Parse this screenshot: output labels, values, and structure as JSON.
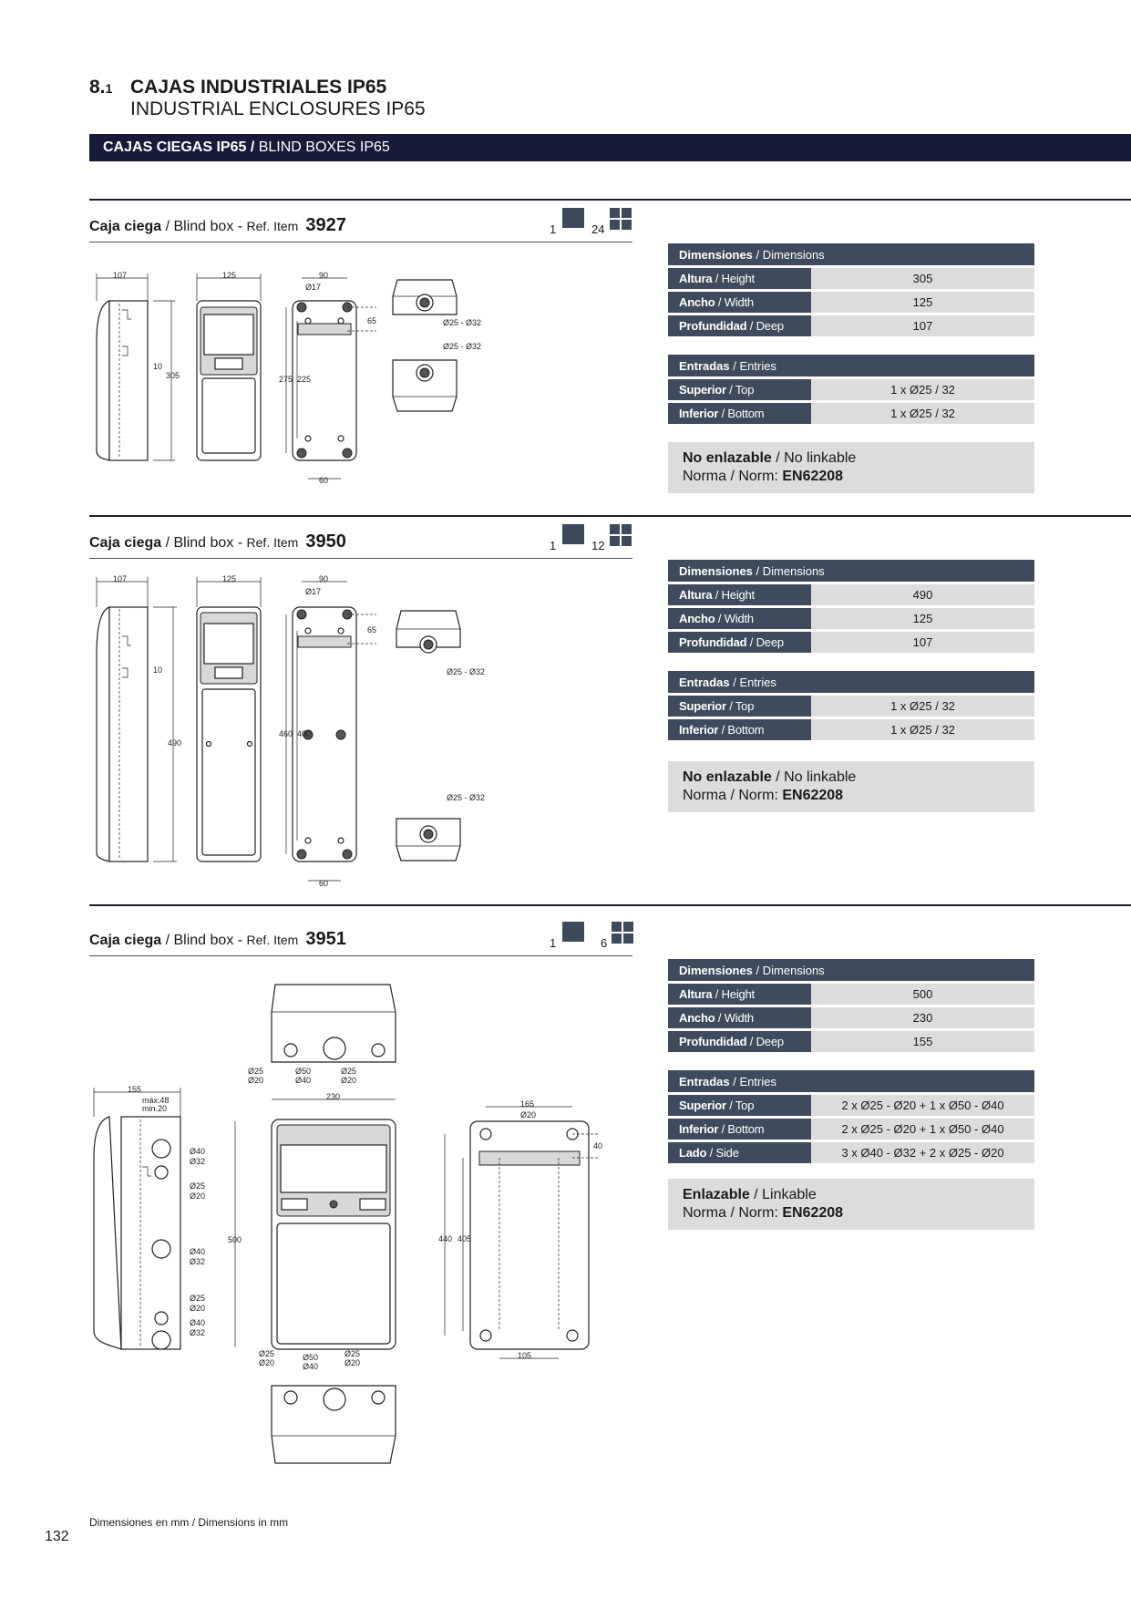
{
  "header": {
    "section_number": "8.",
    "section_sub": "1",
    "title_es": "CAJAS INDUSTRIALES IP65",
    "title_en": "INDUSTRIAL ENCLOSURES IP65"
  },
  "banner": {
    "label_es": "CAJAS CIEGAS IP65",
    "sep": " / ",
    "label_en": "BLIND BOXES IP65"
  },
  "products": [
    {
      "head_es": "Caja ciega",
      "head_en": " / Blind box - ",
      "ref_label": "Ref. Item",
      "ref": "3927",
      "pack_unit": "1",
      "pack_box": "24",
      "dimensions_header_es": "Dimensiones",
      "dimensions_header_en": " / Dimensions",
      "dimensions": [
        {
          "es": "Altura",
          "en": " / Height",
          "value": "305"
        },
        {
          "es": "Ancho",
          "en": " / Width",
          "value": "125"
        },
        {
          "es": "Profundidad",
          "en": " / Deep",
          "value": "107"
        }
      ],
      "entries_header_es": "Entradas",
      "entries_header_en": " / Entries",
      "entries": [
        {
          "es": "Superior",
          "en": " / Top",
          "value": "1 x Ø25 / 32"
        },
        {
          "es": "Inferior",
          "en": " / Bottom",
          "value": "1 x Ø25 / 32"
        }
      ],
      "link_es": "No enlazable",
      "link_en": " / No linkable",
      "norm_label": "Norma / Norm: ",
      "norm": "EN62208",
      "drawing": {
        "d1": "107",
        "d2": "125",
        "d3": "90",
        "d4": "Ø17",
        "d5": "65",
        "d6": "10",
        "d7": "305",
        "d8": "275",
        "d9": "225",
        "d10": "60",
        "d11": "Ø25 - Ø32",
        "d12": "Ø25 - Ø32"
      }
    },
    {
      "head_es": "Caja ciega",
      "head_en": " / Blind box - ",
      "ref_label": "Ref. Item",
      "ref": "3950",
      "pack_unit": "1",
      "pack_box": "12",
      "dimensions_header_es": "Dimensiones",
      "dimensions_header_en": " / Dimensions",
      "dimensions": [
        {
          "es": "Altura",
          "en": " / Height",
          "value": "490"
        },
        {
          "es": "Ancho",
          "en": " / Width",
          "value": "125"
        },
        {
          "es": "Profundidad",
          "en": " / Deep",
          "value": "107"
        }
      ],
      "entries_header_es": "Entradas",
      "entries_header_en": " / Entries",
      "entries": [
        {
          "es": "Superior",
          "en": " / Top",
          "value": "1 x Ø25 / 32"
        },
        {
          "es": "Inferior",
          "en": " / Bottom",
          "value": "1 x Ø25 / 32"
        }
      ],
      "link_es": "No enlazable",
      "link_en": " / No linkable",
      "norm_label": "Norma / Norm: ",
      "norm": "EN62208",
      "drawing": {
        "d1": "107",
        "d2": "125",
        "d3": "90",
        "d4": "Ø17",
        "d5": "65",
        "d6": "10",
        "d7": "490",
        "d8": "460",
        "d9": "400",
        "d10": "60",
        "d11": "Ø25 - Ø32",
        "d12": "Ø25 - Ø32"
      }
    },
    {
      "head_es": "Caja ciega",
      "head_en": " / Blind box - ",
      "ref_label": "Ref. Item",
      "ref": "3951",
      "pack_unit": "1",
      "pack_box": "6",
      "dimensions_header_es": "Dimensiones",
      "dimensions_header_en": " / Dimensions",
      "dimensions": [
        {
          "es": "Altura",
          "en": " / Height",
          "value": "500"
        },
        {
          "es": "Ancho",
          "en": " / Width",
          "value": "230"
        },
        {
          "es": "Profundidad",
          "en": " / Deep",
          "value": "155"
        }
      ],
      "entries_header_es": "Entradas",
      "entries_header_en": " / Entries",
      "entries": [
        {
          "es": "Superior",
          "en": " / Top",
          "value": "2 x Ø25 - Ø20 + 1 x Ø50 - Ø40"
        },
        {
          "es": "Inferior",
          "en": " / Bottom",
          "value": "2 x Ø25 - Ø20 + 1 x Ø50 - Ø40"
        },
        {
          "es": "Lado",
          "en": " / Side",
          "value": "3 x Ø40 - Ø32 + 2 x Ø25 - Ø20"
        }
      ],
      "link_es": "Enlazable",
      "link_en": " / Linkable",
      "norm_label": "Norma / Norm: ",
      "norm": "EN62208",
      "drawing": {
        "d1": "155",
        "d2": "máx.48",
        "d3": "min.20",
        "d4": "230",
        "d5": "165",
        "d6": "Ø20",
        "d7": "40",
        "d8": "500",
        "d9": "440",
        "d10": "405",
        "d11": "105",
        "s1a": "Ø40",
        "s1b": "Ø32",
        "s2a": "Ø25",
        "s2b": "Ø20",
        "s3a": "Ø40",
        "s3b": "Ø32",
        "s4a": "Ø25",
        "s4b": "Ø20",
        "s5a": "Ø40",
        "s5b": "Ø32",
        "t1a": "Ø25",
        "t1b": "Ø20",
        "t2a": "Ø50",
        "t2b": "Ø40",
        "t3a": "Ø25",
        "t3b": "Ø20",
        "b1a": "Ø25",
        "b1b": "Ø20",
        "b2a": "Ø50",
        "b2b": "Ø40",
        "b3a": "Ø25",
        "b3b": "Ø20"
      }
    }
  ],
  "footer": {
    "dims_es": "Dimensiones en mm",
    "dims_en": " / Dimensions in mm",
    "page": "132"
  }
}
